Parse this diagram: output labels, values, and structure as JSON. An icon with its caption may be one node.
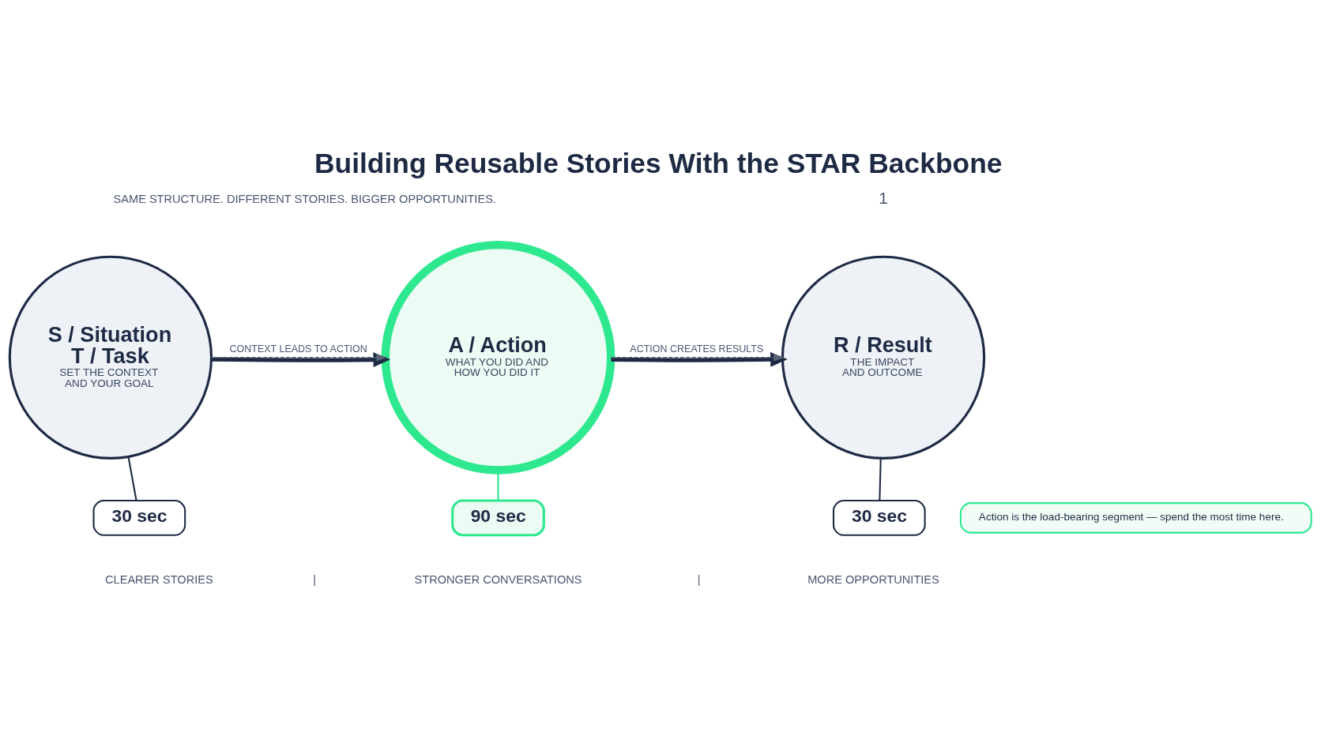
{
  "diagram": {
    "title": "Building Reusable Stories With the STAR Backbone",
    "nodes": [
      {
        "text": [
          "S / Situation",
          "T / Task",
          "SET THE CONTEXT AND YOUR GOAL"
        ]
      },
      {
        "text": [
          "30 sec"
        ]
      },
      {
        "text": [
          "A / Action",
          "WHAT YOU DID AND HOW YOU DID IT"
        ]
      },
      {
        "text": [
          "90 sec"
        ]
      },
      {
        "text": [
          "R / Result",
          "THE IMPACT AND OUTCOME"
        ]
      },
      {
        "text": [
          "30 sec"
        ]
      },
      {
        "text": [
          "Action is the load-bearing segment — spend the most time here."
        ]
      }
    ],
    "edges": [
      {
        "from": 0,
        "to": 2,
        "arrow": "to",
        "style": "thick"
      },
      {
        "from": 2,
        "to": 4,
        "arrow": "to",
        "style": "thick"
      },
      {
        "from": 0,
        "to": 2,
        "arrow": "to",
        "style": "dashed",
        "color": "#5a6478",
        "label": "CONTEXT LEADS TO ACTION"
      },
      {
        "from": 2,
        "to": 4,
        "arrow": "to",
        "style": "dashed",
        "color": "#5a6478",
        "label": "ACTION CREATES RESULTS"
      },
      {
        "from": 0,
        "to": 1,
        "arrow": "none"
      },
      {
        "from": 2,
        "to": 3,
        "arrow": "none",
        "color": "#2ee88f"
      },
      {
        "from": 4,
        "to": 5,
        "arrow": "none"
      }
    ],
    "labels": [
      "SAME STRUCTURE. DIFFERENT STORIES. BIGGER OPPORTUNITIES.",
      "1",
      "CLEARER STORIES",
      "|",
      "STRONGER CONVERSATIONS",
      "|",
      "MORE OPPORTUNITIES"
    ]
  }
}
